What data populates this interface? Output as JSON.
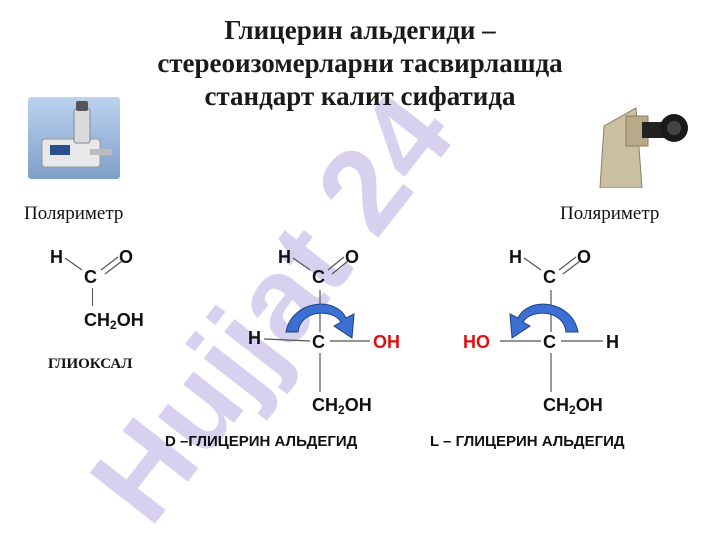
{
  "title": {
    "line1": "Глицерин альдегиди –",
    "line2": "стереоизомерларни тасвирлашда",
    "line3": "стандарт калит сифатида"
  },
  "watermark": "Hujjat 24",
  "instruments": {
    "left_label": "Поляриметр",
    "right_label": "Поляриметр"
  },
  "glyoxal": {
    "h": "H",
    "o": "O",
    "c": "C",
    "ch2oh": {
      "ch": "CH",
      "sub": "2",
      "oh": "OH"
    },
    "name": "ГЛИОКСАЛ"
  },
  "d_isomer": {
    "h_top": "H",
    "o_top": "O",
    "c_top": "C",
    "h_left": "H",
    "c_mid": "C",
    "oh_right": "OH",
    "ch2oh": {
      "ch": "CH",
      "sub": "2",
      "oh": "OH"
    },
    "caption": "D –ГЛИЦЕРИН АЛЬДЕГИД"
  },
  "l_isomer": {
    "h_top": "H",
    "o_top": "O",
    "c_top": "C",
    "ho_left": "HO",
    "c_mid": "C",
    "h_right": "H",
    "ch2oh": {
      "ch": "CH",
      "sub": "2",
      "oh": "OH"
    },
    "caption": "L – ГЛИЦЕРИН АЛЬДЕГИД"
  },
  "colors": {
    "watermark": "#c9c0ea",
    "arrow_fill": "#3b6fd1",
    "highlight_red": "#e01010"
  }
}
